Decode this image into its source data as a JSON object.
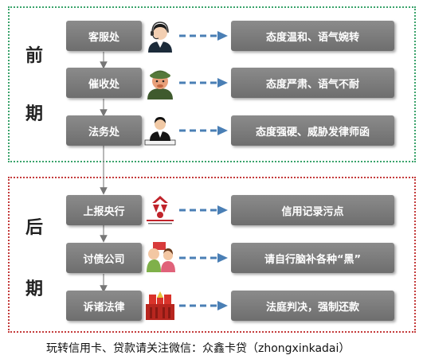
{
  "phases": {
    "top_1": "前",
    "top_2": "期",
    "bottom_1": "后",
    "bottom_2": "期"
  },
  "rows": [
    {
      "left": "客服处",
      "right": "态度温和、语气婉转",
      "icon": "customer-service-agent-icon"
    },
    {
      "left": "催收处",
      "right": "态度严肃、语气不耐",
      "icon": "collector-icon"
    },
    {
      "left": "法务处",
      "right": "态度强硬、威胁发律师函",
      "icon": "lawyer-icon"
    },
    {
      "left": "上报央行",
      "right": "信用记录污点",
      "icon": "central-bank-logo-icon"
    },
    {
      "left": "讨债公司",
      "right": "请自行脑补各种“黑”",
      "icon": "debt-collector-icon"
    },
    {
      "left": "诉诸法律",
      "right": "法庭判决，强制还款",
      "icon": "courthouse-icon"
    }
  ],
  "footer": "玩转信用卡、贷款请关注微信：众鑫卡贷（zhongxinkadai）",
  "colors": {
    "top_frame": "#3aa36b",
    "bottom_frame": "#c43b3b",
    "box": "#7a7a7a",
    "arrow": "#4a7fb5"
  }
}
